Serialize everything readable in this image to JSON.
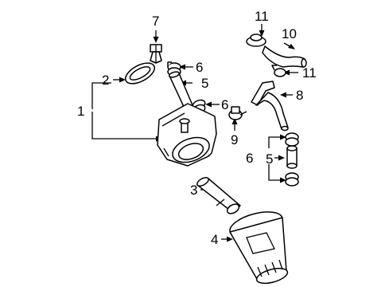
{
  "diagram": {
    "callouts": {
      "c1": "1",
      "c2": "2",
      "c3": "3",
      "c4": "4",
      "c5a": "5",
      "c5b": "5",
      "c6a": "6",
      "c6b": "6",
      "c6c": "6",
      "c7": "7",
      "c8": "8",
      "c9": "9",
      "c10": "10",
      "c11a": "11",
      "c11b": "11"
    },
    "parts": [
      {
        "id": "oil-cooler-housing",
        "callout": "1"
      },
      {
        "id": "gasket",
        "callout": "2"
      },
      {
        "id": "connector-pipe",
        "callout": "3"
      },
      {
        "id": "oil-filter",
        "callout": "4"
      },
      {
        "id": "hose",
        "callout": "5"
      },
      {
        "id": "hose-clamp",
        "callout": "6"
      },
      {
        "id": "bolt",
        "callout": "7"
      },
      {
        "id": "water-pipe",
        "callout": "8"
      },
      {
        "id": "union-bolt",
        "callout": "9"
      },
      {
        "id": "water-hose",
        "callout": "10"
      },
      {
        "id": "clamp",
        "callout": "11"
      }
    ]
  }
}
